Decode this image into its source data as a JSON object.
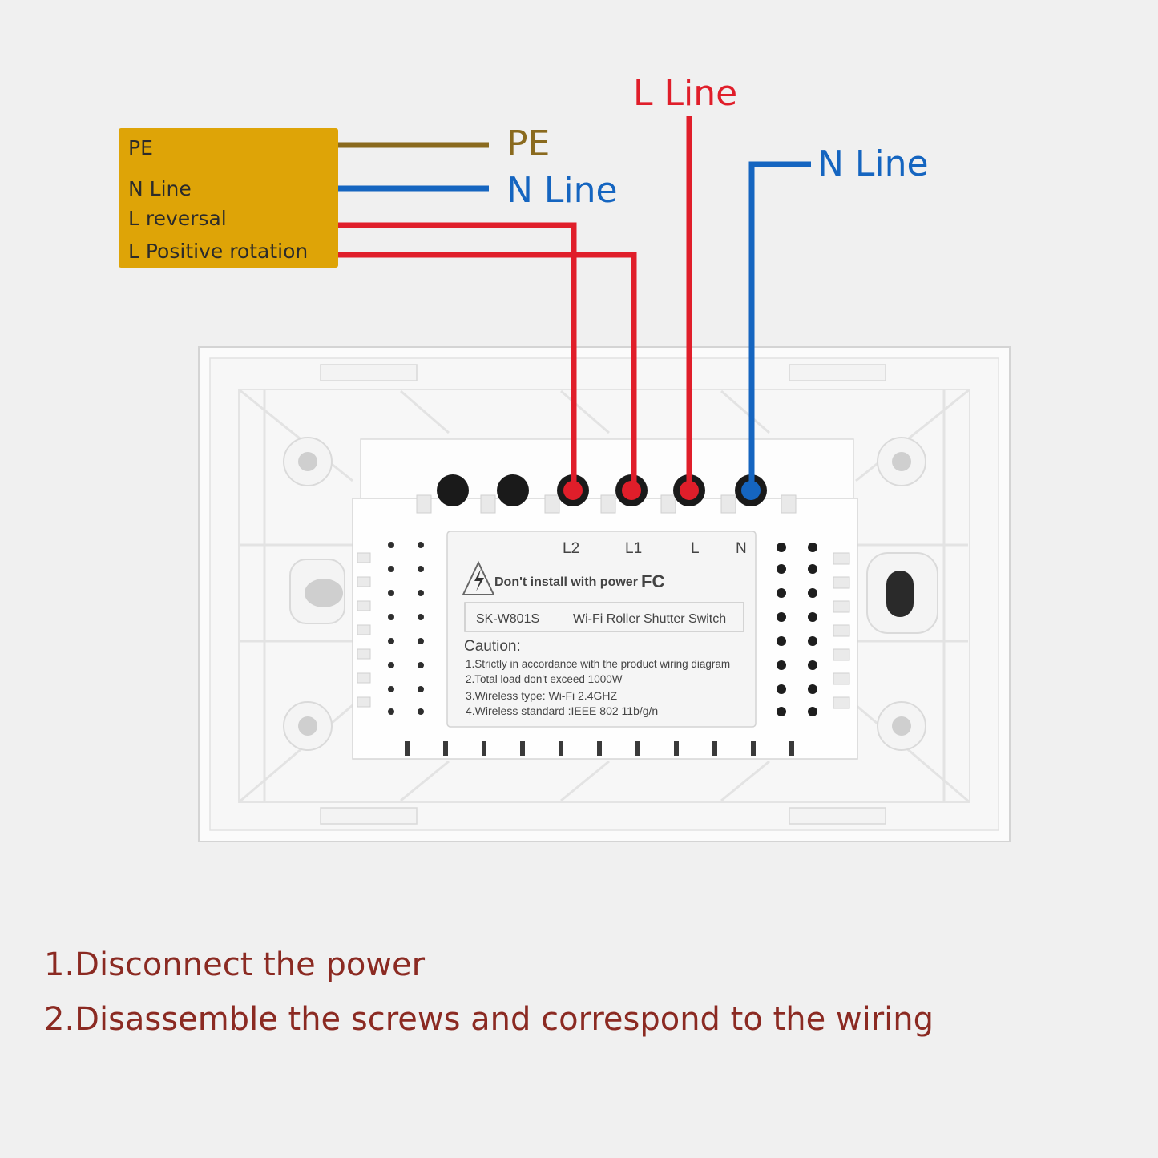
{
  "motor_box": {
    "items": [
      "PE",
      "N Line",
      "L reversal",
      "L Positive rotation"
    ]
  },
  "wire_labels": {
    "pe": "PE",
    "n_left": "N Line",
    "l_top": "L Line",
    "n_right": "N Line"
  },
  "terminals": [
    "L2",
    "L1",
    "L",
    "N"
  ],
  "sticker": {
    "warning": "Don't install with power",
    "cert": "FC",
    "model": "SK-W801S",
    "product": "Wi-Fi Roller Shutter Switch",
    "caution_title": "Caution:",
    "caution_lines": [
      "1.Strictly in accordance with the product wiring diagram",
      "2.Total load don't exceed 1000W",
      "3.Wireless type: Wi-Fi 2.4GHZ",
      "4.Wireless standard :IEEE 802 11b/g/n"
    ]
  },
  "instructions": [
    "1.Disconnect the power",
    "2.Disassemble the screws and correspond to the wiring"
  ],
  "colors": {
    "pe_wire": "#8a6a1e",
    "n_wire": "#1565c0",
    "l_wire": "#e01e2a",
    "motor_box": "#dea407",
    "instruction_text": "#8b2a22"
  }
}
